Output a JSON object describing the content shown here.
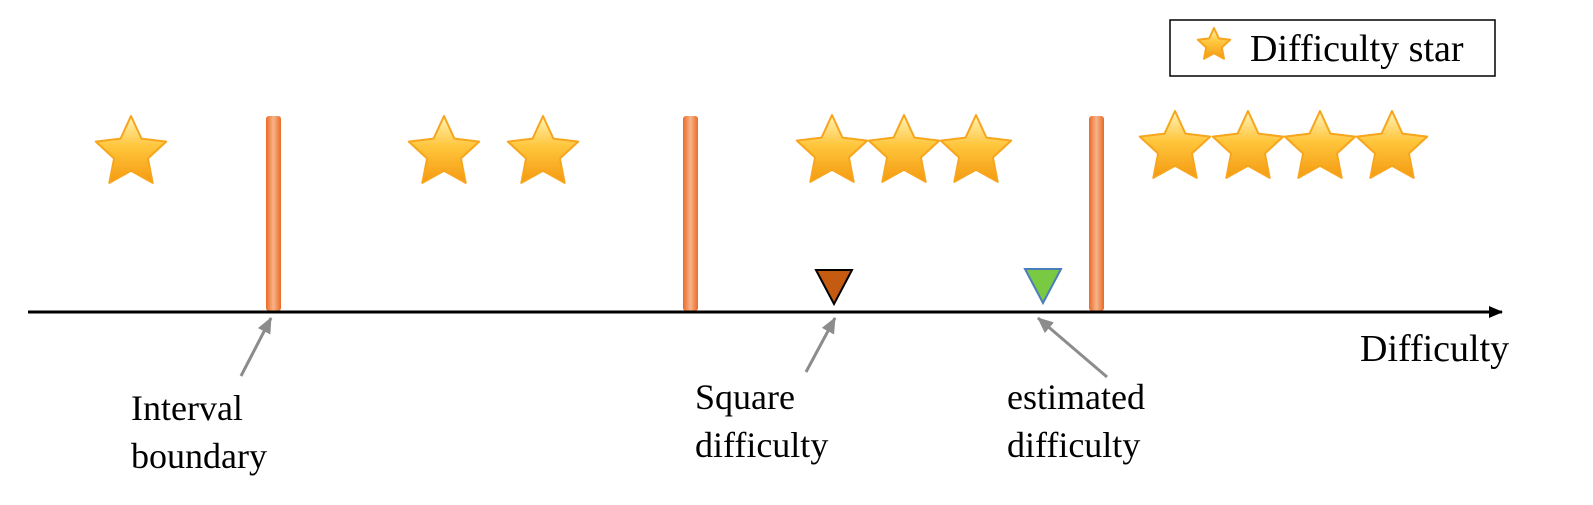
{
  "legend": {
    "label": "Difficulty star",
    "icon": "star-icon"
  },
  "axis": {
    "label": "Difficulty"
  },
  "labels": {
    "interval_boundary": [
      "Interval",
      "boundary"
    ],
    "square_difficulty": [
      "Square",
      "difficulty"
    ],
    "estimated_difficulty": [
      "estimated",
      "difficulty"
    ]
  },
  "intervals": [
    {
      "stars": 1
    },
    {
      "stars": 2
    },
    {
      "stars": 3
    },
    {
      "stars": 4
    }
  ],
  "colors": {
    "star": "#f7a51c",
    "boundary": "#ef7b3b",
    "square_marker": "#c55a11",
    "estimated_marker": "#7ac943",
    "estimated_marker_stroke": "#4a7ebb",
    "pointer_arrow": "#8c8c8c",
    "axis": "#000000"
  }
}
